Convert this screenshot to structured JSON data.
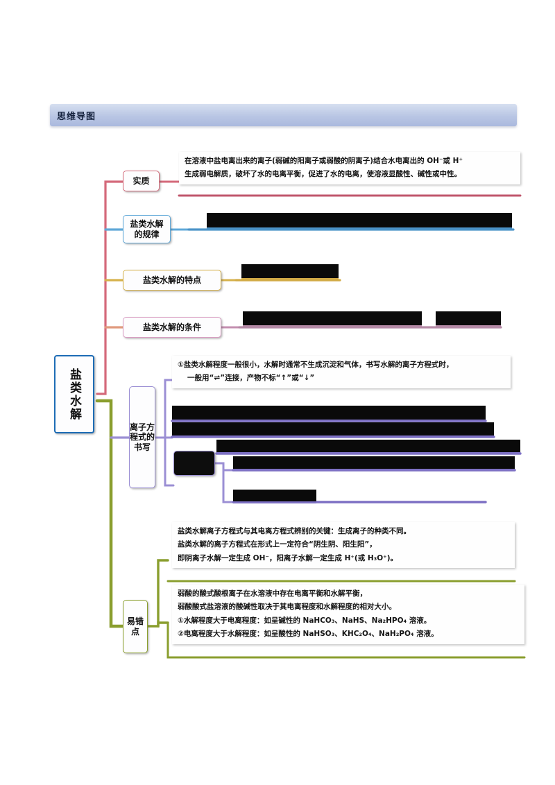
{
  "header": {
    "title": "思维导图"
  },
  "map": {
    "root": {
      "label": "盐类水解",
      "color": "#1d6cb5"
    },
    "branches": [
      {
        "id": "shizhi",
        "label": "实质",
        "color": "#d4697a",
        "content_lines": [
          "在溶液中盐电离出来的离子(弱碱的阳离子或弱酸的阴离子)结合水电离出的 OH⁻或 H⁺",
          "生成弱电解质，破坏了水的电离平衡，促进了水的电离，使溶液显酸性、碱性或中性。"
        ]
      },
      {
        "id": "guilv",
        "label": "盐类水解\n的规律",
        "label_line1": "盐类水解",
        "label_line2": "的规律",
        "color": "#5fa8d8",
        "content_redacted": true
      },
      {
        "id": "tedian",
        "label": "盐类水解的特点",
        "color": "#d6b24c",
        "content_redacted": true
      },
      {
        "id": "tiaojian",
        "label": "盐类水解的条件",
        "color": "#d99ec3",
        "content_redacted": true
      },
      {
        "id": "lizi",
        "label": "离子方程式的书写",
        "color": "#9b8fd4",
        "content_lines": [
          "①盐类水解程度一般很小，水解时通常不生成沉淀和气体，书写水解的离子方程式时，",
          "一般用“⇌”连接，产物不标“↑”或“↓”"
        ],
        "content_redacted_rows": 4,
        "sub_node_redacted": true
      },
      {
        "id": "yicuo",
        "label": "易错点",
        "color": "#8a9e2e",
        "panel_a_lines": [
          "盐类水解离子方程式与其电离方程式辨别的关键：生成离子的种类不同。",
          "盐类水解的离子方程式在形式上一定符合“阴生阴、阳生阳”，",
          "即阴离子水解一定生成 OH⁻，阳离子水解一定生成 H⁺(或 H₃O⁺)。"
        ],
        "panel_b_lines": [
          "弱酸的酸式酸根离子在水溶液中存在电离平衡和水解平衡，",
          "弱酸酸式盐溶液的酸碱性取决于其电离程度和水解程度的相对大小。",
          "①水解程度大于电离程度：如呈碱性的 NaHCO₃、NaHS、Na₂HPO₄ 溶液。",
          "②电离程度大于水解程度：如呈酸性的 NaHSO₃、KHC₂O₄、NaH₂PO₄ 溶液。"
        ]
      }
    ]
  }
}
